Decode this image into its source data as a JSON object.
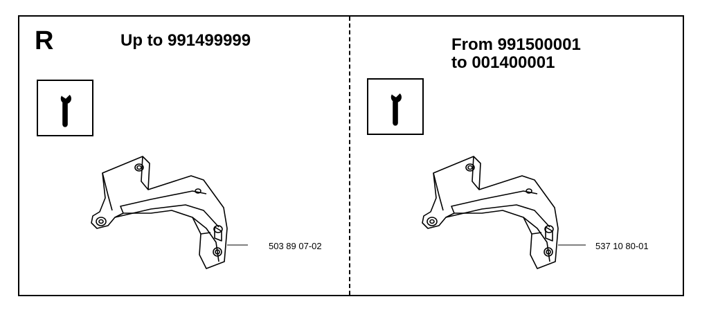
{
  "section": {
    "letter": "R"
  },
  "left_panel": {
    "heading_line1": "Up to 991499999",
    "heading_line2": "",
    "icon": "service-info-wrench-icon",
    "part_number": "503 89 07-02"
  },
  "right_panel": {
    "heading_line1": "From 991500001",
    "heading_line2": "to 001400001",
    "icon": "service-info-wrench-icon",
    "part_number": "537 10 80-01"
  }
}
